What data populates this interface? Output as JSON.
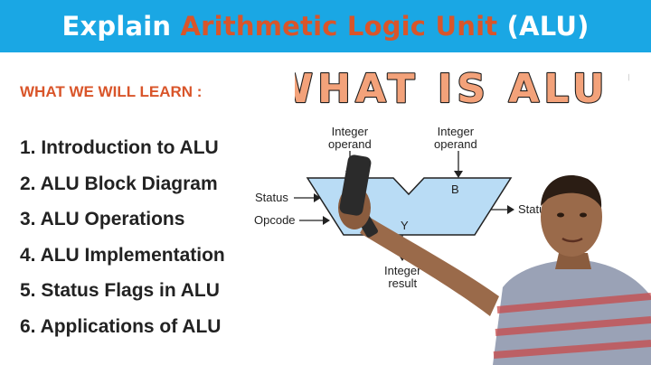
{
  "banner": {
    "prefix": "Explain ",
    "accent": "Arithmetic Logic Unit",
    "suffix": " (ALU)",
    "bg_color": "#1aa7e4",
    "accent_color": "#d9552a"
  },
  "headline": {
    "text": "WHAT IS ALU ?",
    "fill_color": "#f3a27a",
    "outline_color": "#1e1e1e"
  },
  "learn": {
    "heading": "WHAT WE WILL LEARN :",
    "items": [
      "1. Introduction to ALU",
      "2. ALU Block Diagram",
      "3. ALU Operations",
      "4. ALU Implementation",
      "5. Status Flags in ALU",
      "6. Applications of ALU"
    ]
  },
  "diagram": {
    "input_a_line1": "Integer",
    "input_a_line2": "operand",
    "input_b_line1": "Integer",
    "input_b_line2": "operand",
    "status_in": "Status",
    "opcode": "Opcode",
    "status_out": "Status",
    "port_b": "B",
    "port_y": "Y",
    "result_line1": "Integer",
    "result_line2": "result",
    "body_color": "#b9dcf5"
  }
}
